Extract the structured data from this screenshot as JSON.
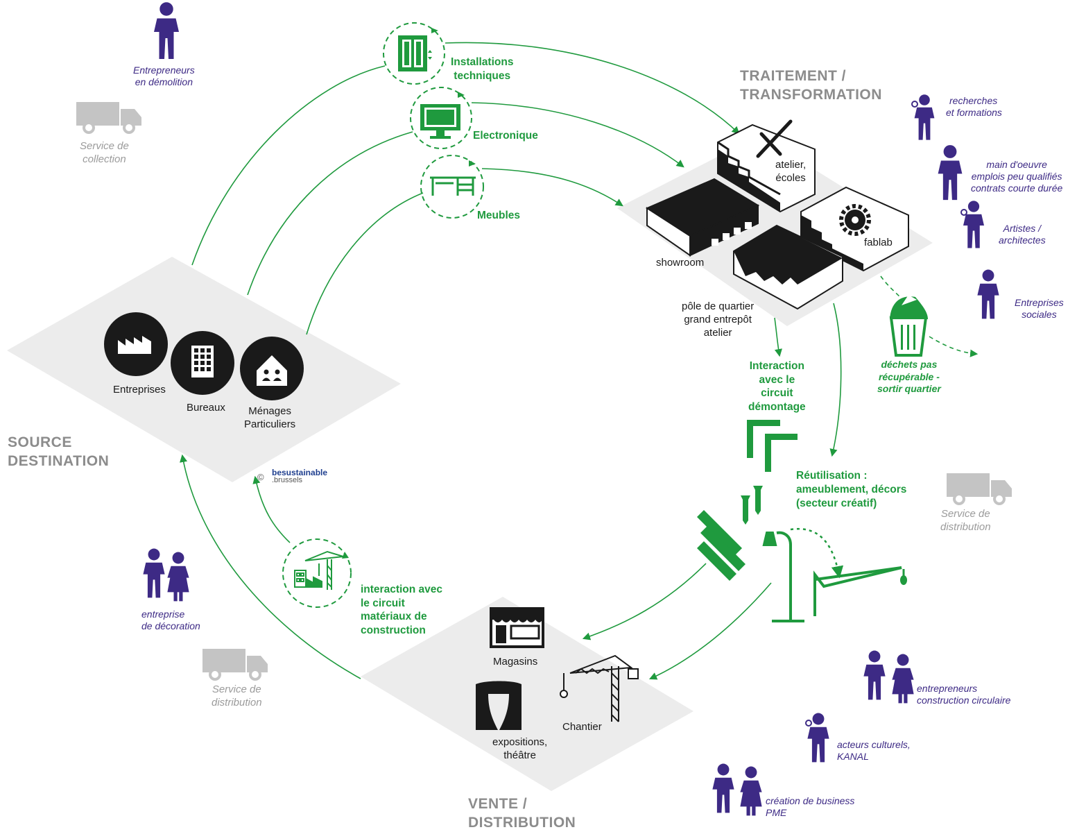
{
  "headers": {
    "traitement": [
      "TRAITEMENT /",
      "TRANSFORMATION"
    ],
    "source": [
      "SOURCE",
      "DESTINATION"
    ],
    "vente": [
      "VENTE /",
      "DISTRIBUTION"
    ]
  },
  "sources": {
    "entreprises": "Entreprises",
    "bureaux": "Bureaux",
    "menages": [
      "Ménages",
      "Particuliers"
    ]
  },
  "flows": {
    "installations": [
      "Installations",
      "techniques"
    ],
    "electronique": "Electronique",
    "meubles": "Meubles",
    "interaction_demontage": [
      "Interaction",
      "avec le",
      "circuit",
      "démontage"
    ],
    "reutilisation": [
      "Réutilisation :",
      "ameublement, décors",
      "(secteur créatif)"
    ],
    "interaction_materiaux": [
      "interaction avec",
      "le circuit",
      "matériaux de",
      "construction"
    ]
  },
  "traitement": {
    "atelier": [
      "atelier,",
      "écoles"
    ],
    "fablab": "fablab",
    "showroom": "showroom",
    "pole": [
      "pôle de quartier",
      "grand entrepôt",
      "atelier"
    ],
    "dechets": [
      "déchets pas",
      "récupérable -",
      "sortir quartier"
    ]
  },
  "vente": {
    "magasins": "Magasins",
    "chantier": "Chantier",
    "expositions": [
      "expositions,",
      "théâtre"
    ]
  },
  "actors": {
    "demolition": [
      "Entrepreneurs",
      "en démolition"
    ],
    "recherches": [
      "recherches",
      "et formations"
    ],
    "main_oeuvre": [
      "main d'oeuvre",
      "emplois peu qualifiés",
      "contrats courte durée"
    ],
    "artistes": [
      "Artistes /",
      "architectes"
    ],
    "sociales": [
      "Entreprises",
      "sociales"
    ],
    "decoration": [
      "entreprise",
      "de décoration"
    ],
    "circulaire": [
      "entrepreneurs",
      "construction circulaire"
    ],
    "culturels": [
      "acteurs culturels,",
      "KANAL"
    ],
    "business": [
      "création de business",
      "PME"
    ]
  },
  "services": {
    "collection": [
      "Service de",
      "collection"
    ],
    "distribution_right": [
      "Service de",
      "distribution"
    ],
    "distribution_left": [
      "Service de",
      "distribution"
    ]
  },
  "logo": {
    "copyright": "©",
    "line1": "besustainable",
    "line2": ".brussels"
  },
  "colors": {
    "green": "#1f9a3e",
    "purple": "#3d2a85",
    "grey_text": "#8c8c8c",
    "platform": "#ececec",
    "black": "#1a1a1a"
  }
}
